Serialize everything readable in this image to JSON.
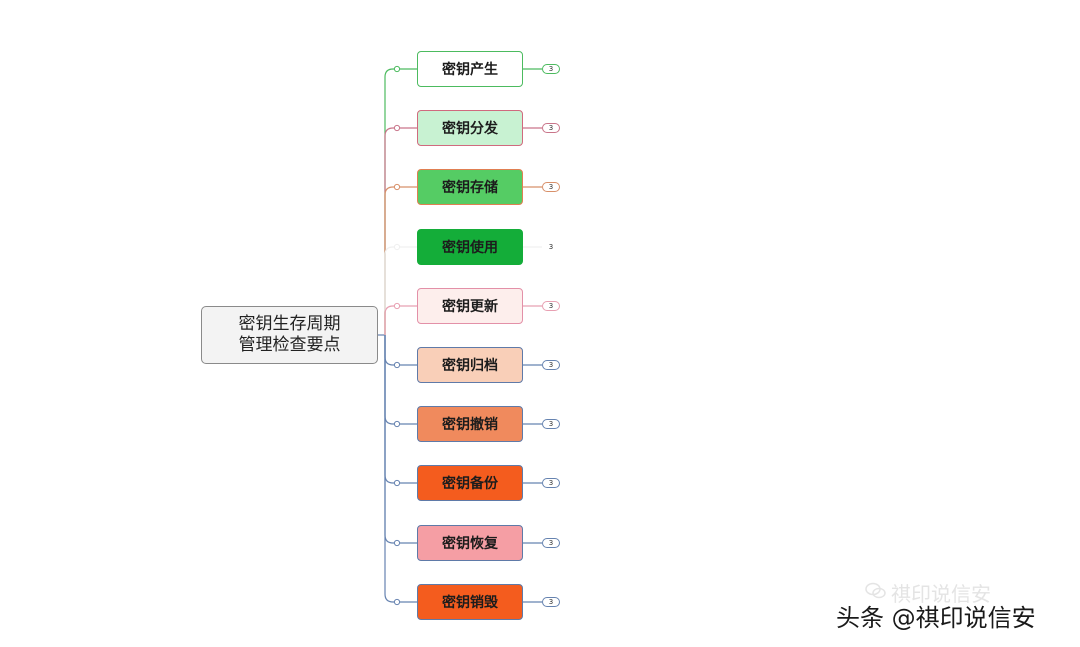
{
  "root": {
    "line1": "密钥生存周期",
    "line2": "管理检查要点"
  },
  "branches": [
    {
      "label": "密钥产生",
      "badge": "3",
      "fill": "#ffffff",
      "border": "#4cbb5f",
      "line": "#4cbb5f"
    },
    {
      "label": "密钥分发",
      "badge": "3",
      "fill": "#c8f2d2",
      "border": "#d06a7e",
      "line": "#c9758a"
    },
    {
      "label": "密钥存储",
      "badge": "3",
      "fill": "#55cc64",
      "border": "#e07f52",
      "line": "#d8906a"
    },
    {
      "label": "密钥使用",
      "badge": "3",
      "fill": "#14ad39",
      "border": "#14ad39",
      "line": "#f0f0f0"
    },
    {
      "label": "密钥更新",
      "badge": "3",
      "fill": "#fdeeec",
      "border": "#e390a8",
      "line": "#e8a0b2"
    },
    {
      "label": "密钥归档",
      "badge": "3",
      "fill": "#f9cfb8",
      "border": "#5f7aa8",
      "line": "#6683b0"
    },
    {
      "label": "密钥撤销",
      "badge": "3",
      "fill": "#f08a5d",
      "border": "#5f7aa8",
      "line": "#6683b0"
    },
    {
      "label": "密钥备份",
      "badge": "3",
      "fill": "#f45c1e",
      "border": "#5f7aa8",
      "line": "#6683b0"
    },
    {
      "label": "密钥恢复",
      "badge": "3",
      "fill": "#f59ea4",
      "border": "#5f7aa8",
      "line": "#6683b0"
    },
    {
      "label": "密钥销毁",
      "badge": "3",
      "fill": "#f45c1e",
      "border": "#5f7aa8",
      "line": "#6683b0"
    }
  ],
  "watermark": {
    "faint": "祺印说信安",
    "main": "头条 @祺印说信安"
  }
}
